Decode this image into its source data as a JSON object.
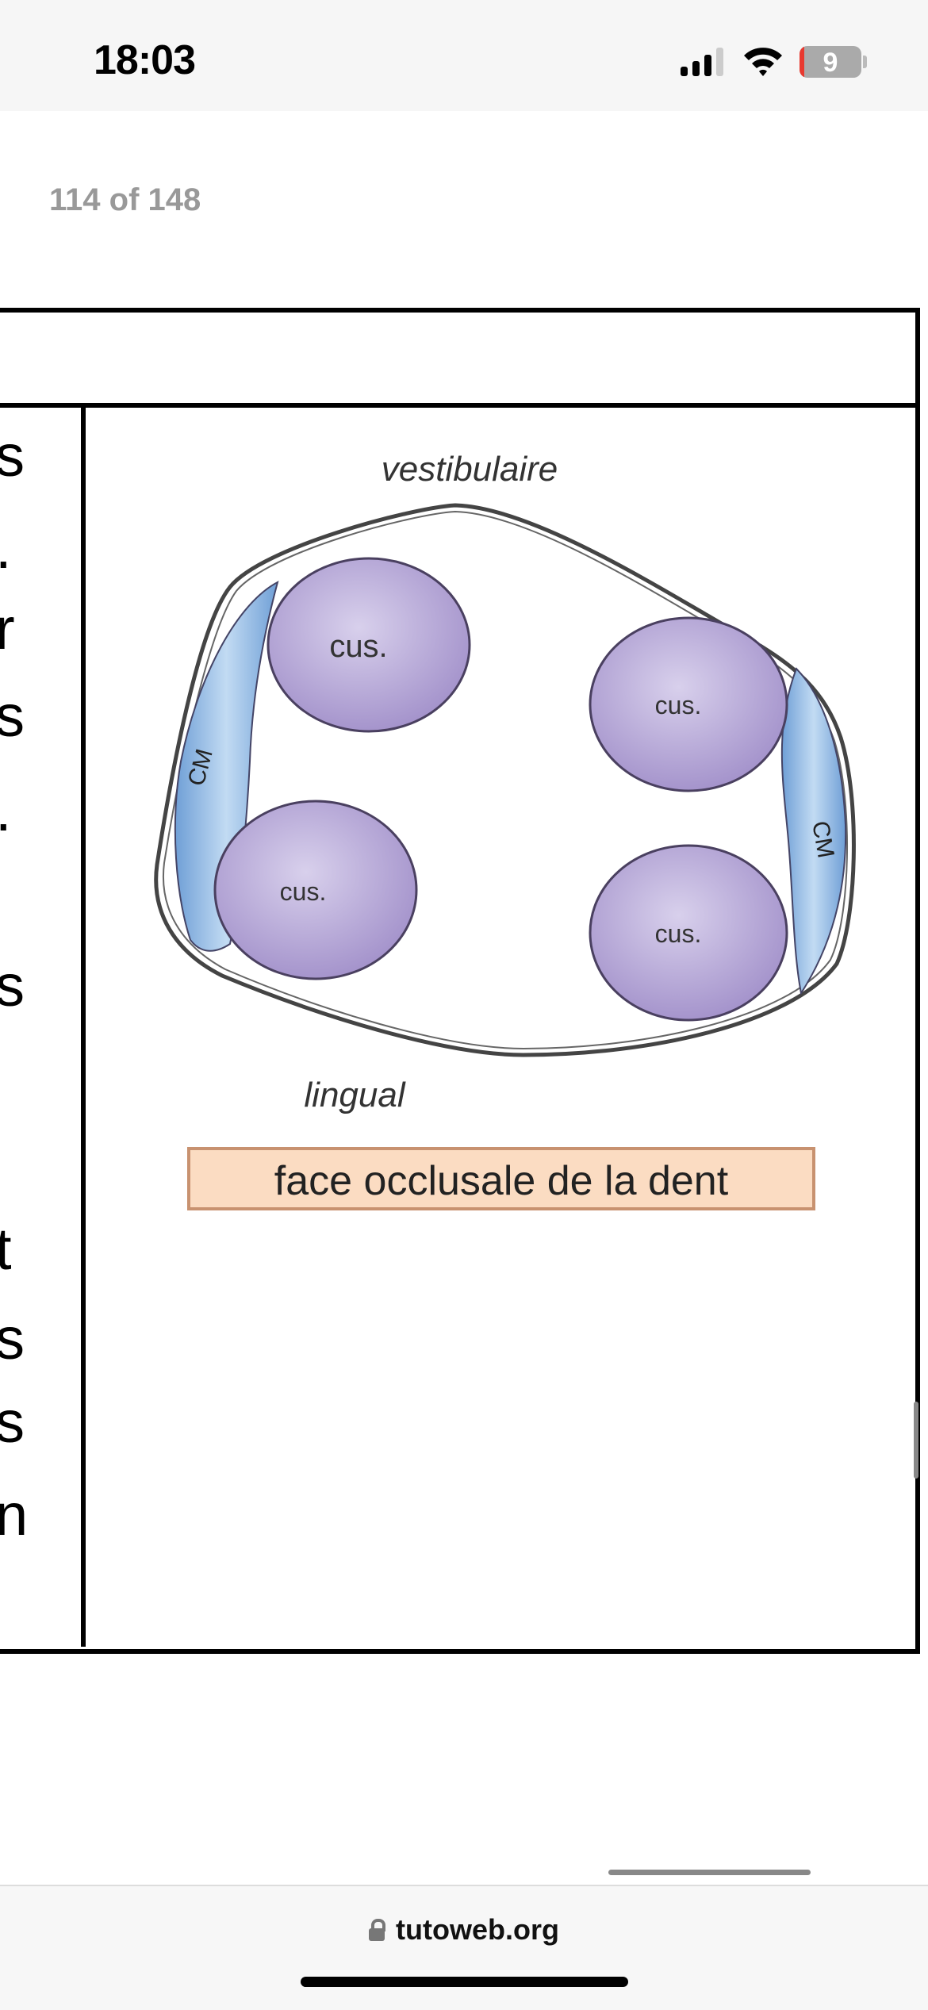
{
  "status_bar": {
    "time": "18:03",
    "battery_level": "9",
    "icons": [
      "cellular-signal-icon",
      "wifi-icon",
      "battery-icon"
    ]
  },
  "viewer": {
    "page_indicator": "114 of 148"
  },
  "left_column_fragments": [
    "s",
    ".",
    "r",
    "s",
    ".",
    "s",
    "t",
    "s",
    "s",
    "n"
  ],
  "diagram": {
    "label_top": "vestibulaire",
    "label_bottom": "lingual",
    "cusp_labels": [
      "cus.",
      "cus.",
      "cus.",
      "cus."
    ],
    "ridge_labels": [
      "CM",
      "CM"
    ],
    "caption": "face occlusale de la dent",
    "colors": {
      "cusp": "#b3a3d6",
      "ridge": "#8fb8e3",
      "caption_bg": "#fbdcc2",
      "caption_border": "#c89270"
    }
  },
  "browser": {
    "url": "tutoweb.org"
  }
}
